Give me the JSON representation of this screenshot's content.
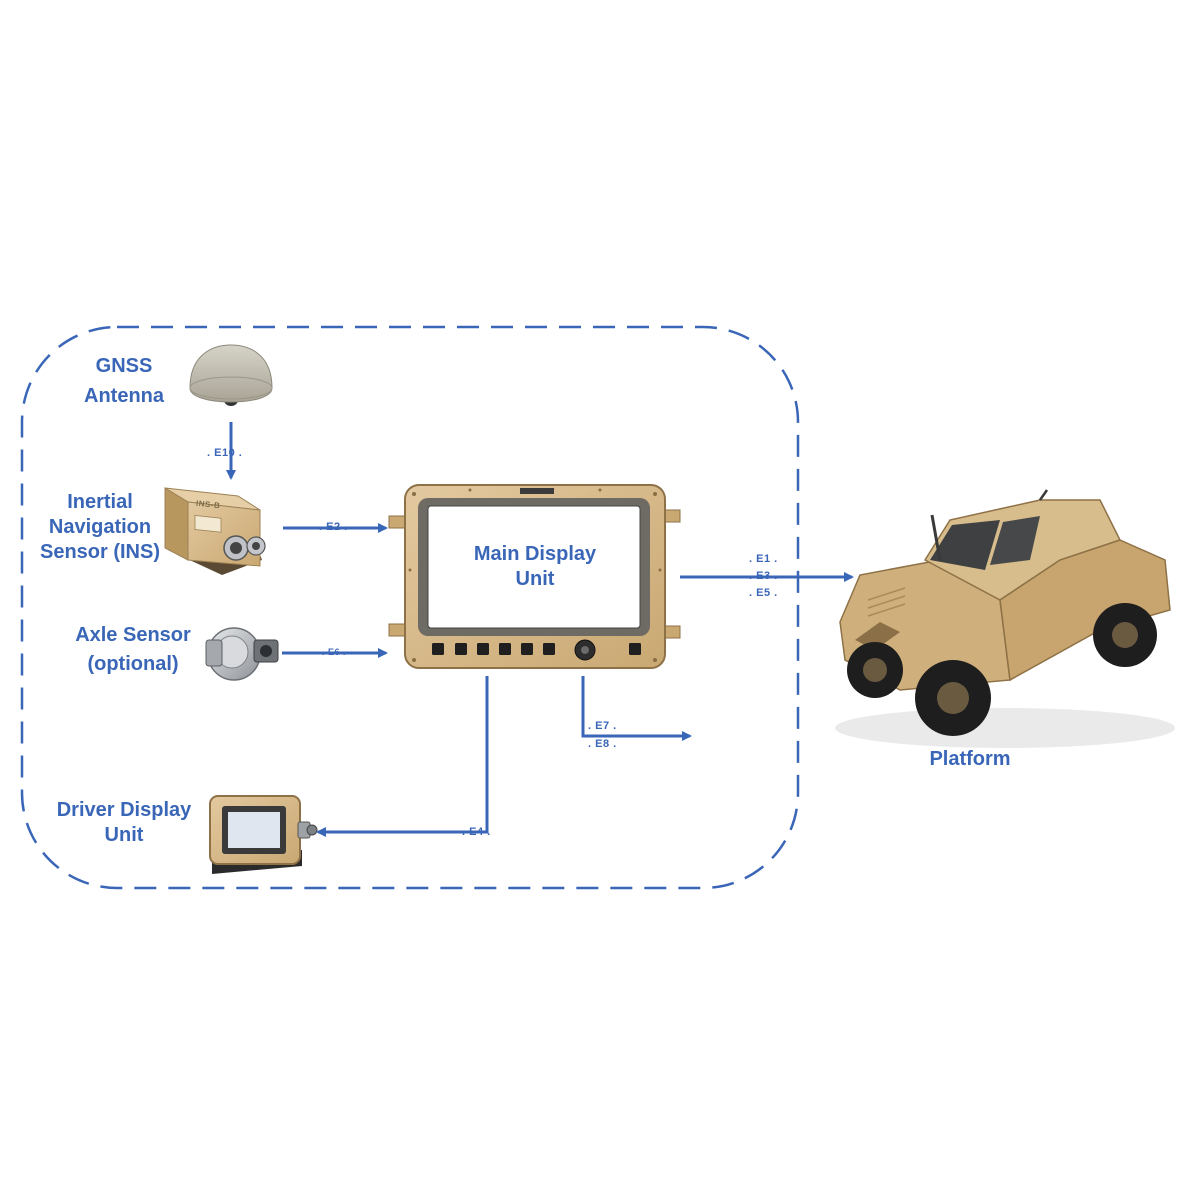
{
  "colors": {
    "accent": "#3a66b8",
    "housing": "#d7b98a",
    "screen": "#ffffff"
  },
  "nodes": {
    "gnss_antenna": {
      "line1": "GNSS",
      "line2": "Antenna"
    },
    "ins": {
      "line1": "Inertial",
      "line2": "Navigation",
      "line3": "Sensor (INS)",
      "device_tag": "INS-B"
    },
    "axle_sensor": {
      "line1": "Axle Sensor",
      "line2": "(optional)"
    },
    "main_display": {
      "line1": "Main Display",
      "line2": "Unit"
    },
    "driver_display": {
      "line1": "Driver Display",
      "line2": "Unit"
    },
    "platform": {
      "label": "Platform"
    }
  },
  "edges": {
    "e10": ". E10 .",
    "e2": ". E2 .",
    "e6": ". E6 .",
    "e1": ". E1 .",
    "e3": ". E3 .",
    "e5": ". E5 .",
    "e7": ". E7 .",
    "e8": ". E8 .",
    "e4": ". E4 ."
  }
}
